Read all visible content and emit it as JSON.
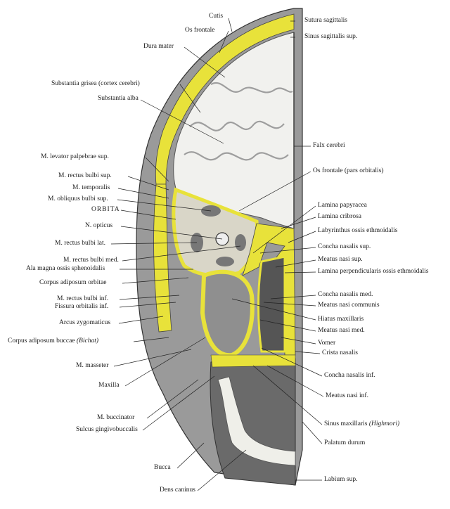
{
  "colors": {
    "background": "#ffffff",
    "yellow_bone": "#e8e23a",
    "brain_white": "#f3f3f1",
    "brain_grey": "#bdbdbd",
    "tissue_grey": "#8c8c8c",
    "dark": "#3a3a3a"
  },
  "labels": {
    "cutis": "Cutis",
    "os_frontale": "Os frontale",
    "dura_mater": "Dura mater",
    "substantia_grisea": "Substantia grisea (cortex cerebri)",
    "substantia_alba": "Substantia alba",
    "levator": "M. levator palpebrae sup.",
    "rectus_sup": "M. rectus bulbi sup.",
    "temporalis": "M. temporalis",
    "obliquus": "M. obliquus bulbi sup.",
    "orbita": "ORBITA",
    "opticus": "N. opticus",
    "rectus_lat": "M. rectus bulbi lat.",
    "rectus_med": "M. rectus bulbi med.",
    "ala_magna": "Ala magna ossis sphenoidalis",
    "corpus_adiposum_orbitae": "Corpus adiposum orbitae",
    "rectus_inf": "M. rectus bulbi inf.",
    "fissura": "Fissura orbitalis inf.",
    "arcus": "Arcus zygomaticus",
    "corpus_buccae_main": "Corpus adiposum buccae",
    "corpus_buccae_ital": "(Bichat)",
    "masseter": "M. masseter",
    "maxilla": "Maxilla",
    "buccinator": "M. buccinator",
    "sulcus": "Sulcus gingivobuccalis",
    "bucca": "Bucca",
    "dens": "Dens caninus",
    "sutura": "Sutura sagittalis",
    "sinus_sag": "Sinus sagittalis sup.",
    "falx": "Falx cerebri",
    "os_frontale_orb": "Os frontale (pars orbitalis)",
    "lamina_pap": "Lamina papyracea",
    "lamina_crib": "Lamina cribrosa",
    "labyrinthus": "Labyrinthus ossis ethmoidalis",
    "concha_sup": "Concha nasalis sup.",
    "meatus_sup": "Meatus nasi sup.",
    "lamina_perp": "Lamina perpendicularis ossis ethmoidalis",
    "concha_med": "Concha nasalis med.",
    "meatus_comm": "Meatus nasi communis",
    "hiatus": "Hiatus maxillaris",
    "meatus_med": "Meatus nasi med.",
    "vomer": "Vomer",
    "crista": "Crista nasalis",
    "concha_inf": "Concha nasalis inf.",
    "meatus_inf": "Meatus nasi inf.",
    "sinus_max_main": "Sinus maxillaris",
    "sinus_max_ital": "(Highmori)",
    "palatum": "Palatum durum",
    "labium": "Labium sup."
  }
}
